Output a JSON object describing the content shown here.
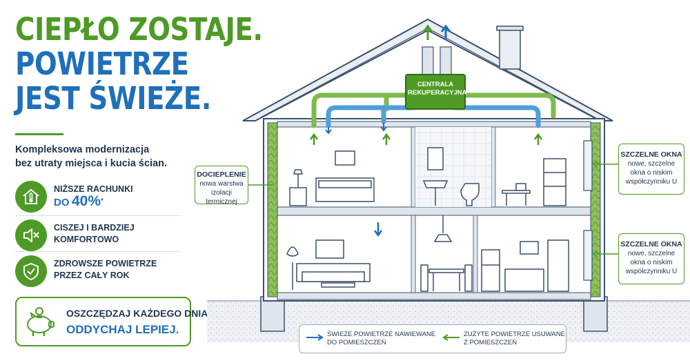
{
  "headline": {
    "line1": "CIEPŁO ZOSTAJE.",
    "line2": "POWIETRZE",
    "line3": "JEST ŚWIEŻE."
  },
  "intro": {
    "line1": "Kompleksowa modernizacja",
    "line2": "bez utraty miejsca i kucia ścian."
  },
  "benefits": [
    {
      "icon": "thermometer-house-icon",
      "line1": "NIŻSZE RACHUNKI",
      "prefix": "DO",
      "value": "40%",
      "note": "*"
    },
    {
      "icon": "speaker-mute-icon",
      "line1": "CISZEJ I BARDZIEJ",
      "line2": "KOMFORTOWO"
    },
    {
      "icon": "shield-check-icon",
      "line1": "ZDROWSZE POWIETRZE",
      "line2": "PRZEZ CAŁY ROK"
    }
  ],
  "bottom": {
    "icon": "piggy-bank-icon",
    "line1": "OSZCZĘDZAJ KAŻDEGO DNIA.",
    "line2": "ODDYCHAJ LEPIEJ."
  },
  "diagram": {
    "central_unit": {
      "line1": "CENTRALA",
      "line2": "REKUPERACYJNA"
    },
    "insulation": {
      "title": "DOCIEPLENIE",
      "line1": "nowa warstwa",
      "line2": "izolacji termicznej"
    },
    "windows_upper": {
      "title": "SZCZELNE OKNA",
      "line1": "nowe, szczelne",
      "line2": "okna o niskim",
      "line3": "współczynniku U"
    },
    "windows_lower": {
      "title": "SZCZELNE OKNA",
      "line1": "nowe, szczelne",
      "line2": "okna o niskim",
      "line3": "współczynniku U"
    }
  },
  "legend": {
    "fresh": {
      "line1": "ŚWIEŻE POWIETRZE NAWIEWANE",
      "line2": "DO POMIESZCZEŃ",
      "color": "#1f6fba"
    },
    "used": {
      "line1": "ZUŻYTE POWIETRZE USUWANE",
      "line2": "Z POMIESZCZEŃ",
      "color": "#4e9a26"
    }
  },
  "colors": {
    "green": "#4e9a26",
    "blue": "#1f6fba",
    "navy": "#1f3550",
    "outline": "#3a4f6a"
  }
}
